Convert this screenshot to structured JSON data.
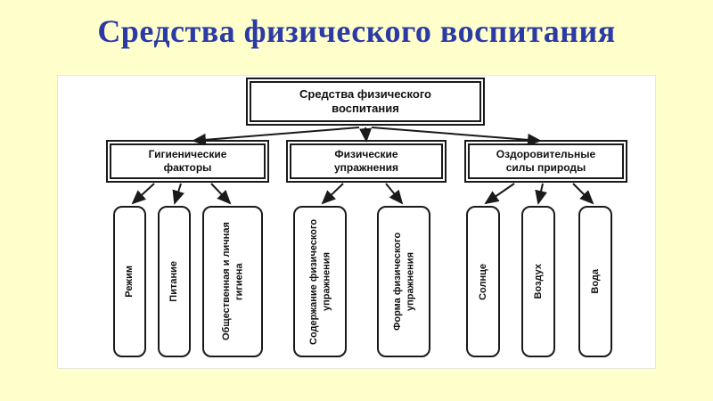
{
  "slide": {
    "title": "Средства физического воспитания"
  },
  "colors": {
    "background": "#FFFFCC",
    "title_text": "#2B3AA5",
    "diagram_ink": "#1A1A1A",
    "panel_background": "#FFFFFF"
  },
  "diagram": {
    "root": {
      "label": "Средства физического воспитания"
    },
    "branches": [
      {
        "label": "Гигиенические факторы",
        "children": [
          "Режим",
          "Питание",
          "Общественная и личная гигиена"
        ]
      },
      {
        "label": "Физические упражнения",
        "children": [
          "Содержание физического упражнения",
          "Форма физического упражнения"
        ]
      },
      {
        "label": "Оздоровительные силы природы",
        "children": [
          "Солнце",
          "Воздух",
          "Вода"
        ]
      }
    ]
  }
}
